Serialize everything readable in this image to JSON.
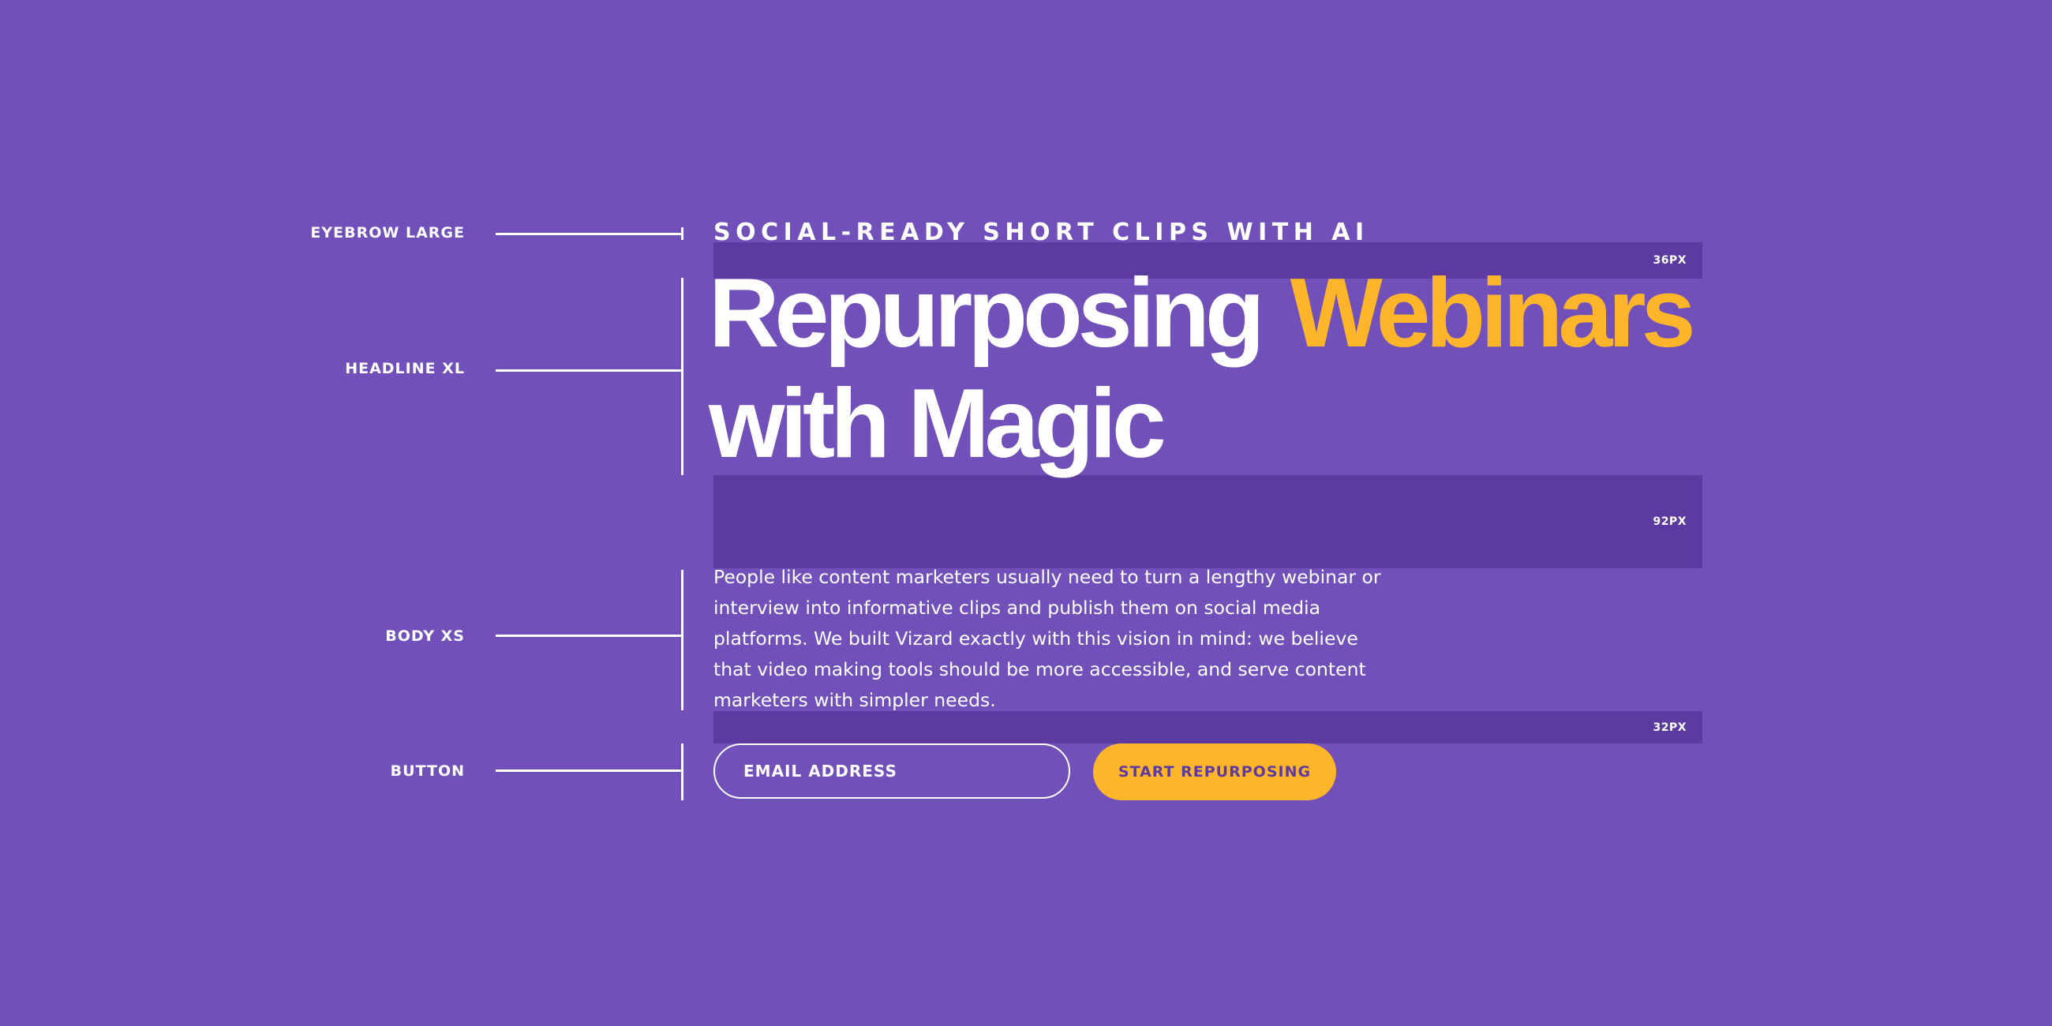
{
  "labels": {
    "eyebrow_large": "EYEBROW LARGE",
    "headline_xl": "HEADLINE XL",
    "body_xs": "BODY XS",
    "button": "BUTTON"
  },
  "spacers": {
    "s1": "36PX",
    "s2": "92PX",
    "s3": "32PX"
  },
  "hero": {
    "eyebrow": "SOCIAL-READY SHORT CLIPS WITH AI",
    "headline_part1": "Repurposing",
    "headline_accent": "Webinars",
    "headline_line2": "with Magic",
    "body": "People like content marketers usually need to turn a lengthy webinar or interview into informative clips and publish them on social media platforms. We built Vizard exactly with this vision in mind: we believe that video making tools should be more accessible, and serve content marketers with simpler needs.",
    "email_placeholder": "EMAIL ADDRESS",
    "cta_label": "START REPURPOSING"
  },
  "colors": {
    "background": "#7151b9",
    "spacer": "#5c3a9f",
    "accent": "#feb52a",
    "text": "#ffffff"
  }
}
